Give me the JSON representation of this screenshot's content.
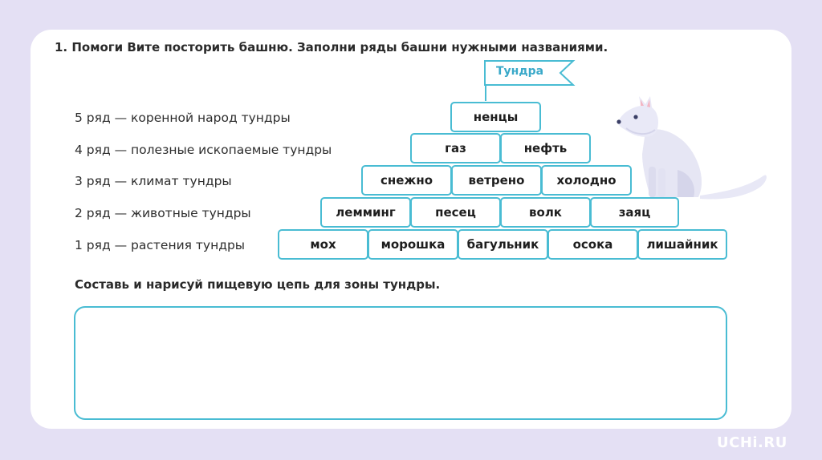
{
  "task": {
    "title": "1. Помоги Вите посторить башню. Заполни ряды башни нужными названиями."
  },
  "flag_label": "Тундра",
  "row_labels": [
    "5 ряд — коренной народ тундры",
    "4 ряд — полезные ископаемые тундры",
    "3 ряд — климат тундры",
    "2 ряд — животные тундры",
    "1 ряд — растения тундры"
  ],
  "tower": {
    "row5": [
      "ненцы"
    ],
    "row4": [
      "газ",
      "нефть"
    ],
    "row3": [
      "снежно",
      "ветрено",
      "холодно"
    ],
    "row2": [
      "лемминг",
      "песец",
      "волк",
      "заяц"
    ],
    "row1": [
      "мох",
      "морошка",
      "багульник",
      "осока",
      "лишайник"
    ]
  },
  "subtask": {
    "title": "Составь и нарисуй пищевую цепь для зоны тундры.",
    "answer_value": ""
  },
  "brand": "UCHi.RU",
  "colors": {
    "background": "#e4e0f4",
    "card": "#ffffff",
    "accent": "#49bcd3"
  },
  "icons": [
    "arctic-fox-illustration"
  ]
}
